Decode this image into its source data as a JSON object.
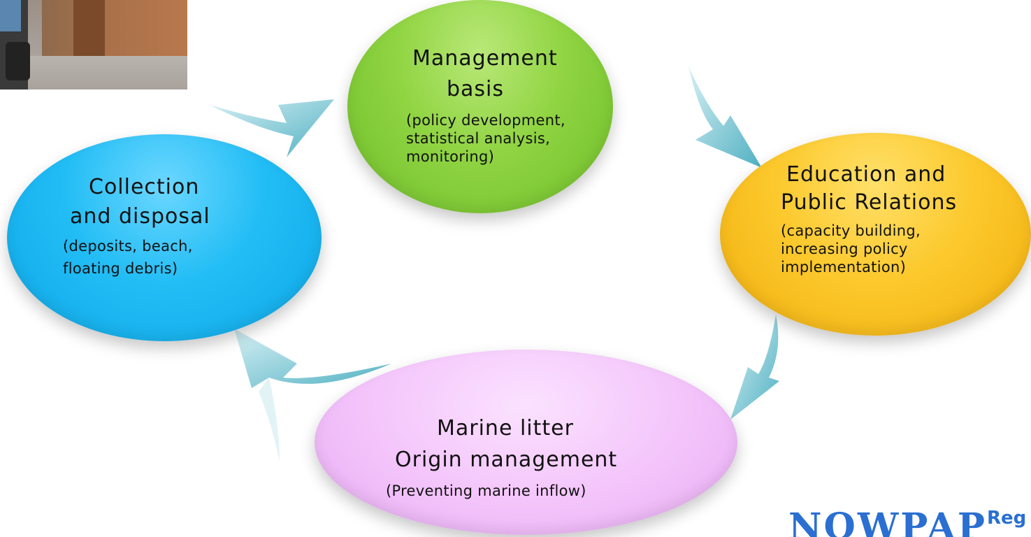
{
  "nodes": {
    "management": {
      "title_line1": "Management",
      "title_line2": "basis",
      "desc_line1": "(policy development,",
      "desc_line2": "statistical analysis,",
      "desc_line3": "monitoring)",
      "color": "#8fd23f"
    },
    "education": {
      "title_line1": "Education and",
      "title_line2": "Public Relations",
      "desc_line1": "(capacity building,",
      "desc_line2": "increasing policy",
      "desc_line3": "implementation)",
      "color": "#fcc72a"
    },
    "collection": {
      "title_line1": "Collection",
      "title_line2": "and disposal",
      "desc_line1": "(deposits, beach,",
      "desc_line2": "floating debris)",
      "color": "#1db9f2"
    },
    "origin": {
      "title_line1": "Marine litter",
      "title_line2": "Origin management",
      "desc_line1": "(Preventing marine inflow)",
      "color": "#f4c5fa"
    }
  },
  "arrow_color": "#5fb6c6",
  "logo": {
    "text": "NOWPAP",
    "superscript": "Reg"
  }
}
